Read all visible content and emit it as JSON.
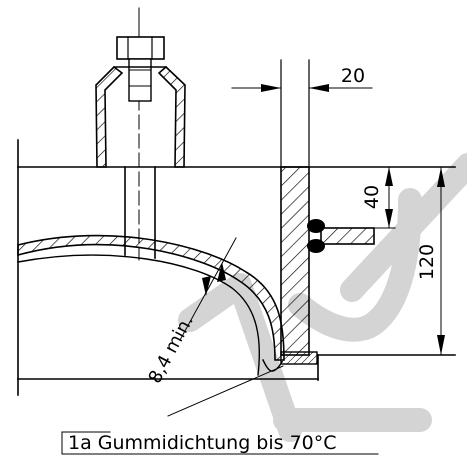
{
  "dimensions": {
    "width_top": "20",
    "height_small": "40",
    "height_large": "120",
    "min_thickness": "8,4 min."
  },
  "caption": "1a Gummidichtung bis 70°C",
  "colors": {
    "line": "#000000",
    "watermark": "#d4d4d4",
    "background": "#ffffff"
  }
}
